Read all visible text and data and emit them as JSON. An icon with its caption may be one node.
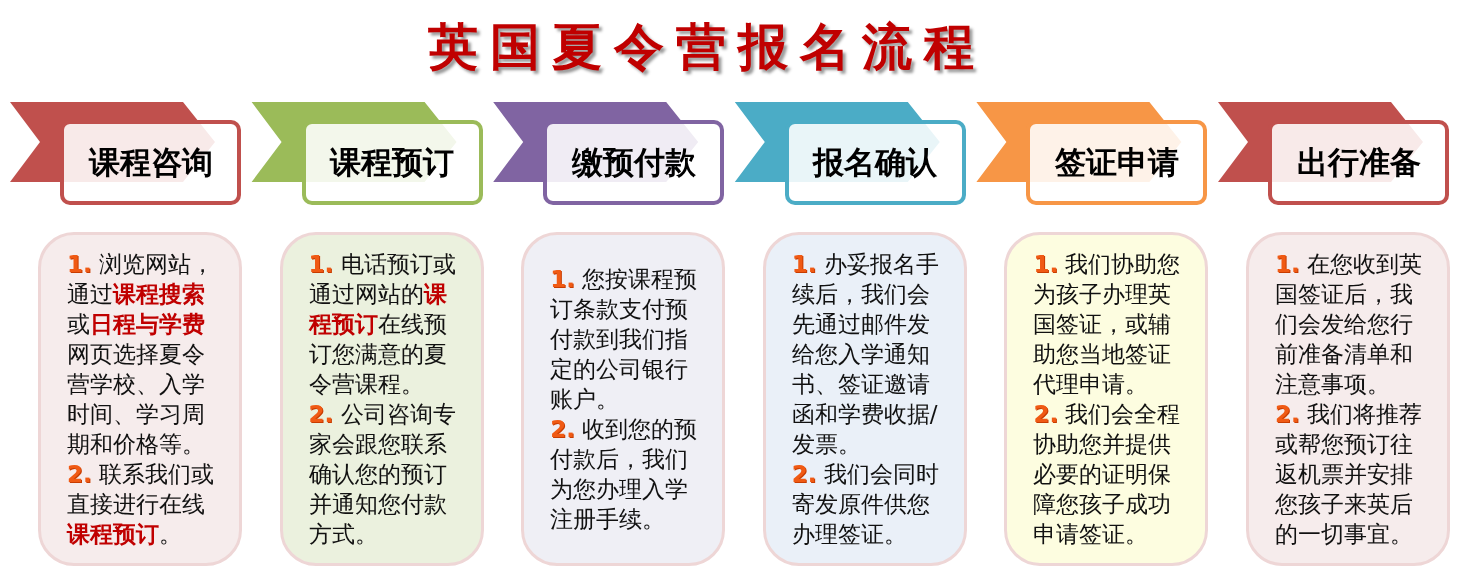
{
  "diagram": {
    "title": "英国夏令营报名流程",
    "nodes": [
      {
        "text": [
          "课程咨询"
        ]
      },
      {
        "text": [
          "课程预订"
        ]
      },
      {
        "text": [
          "缴预付款"
        ]
      },
      {
        "text": [
          "报名确认"
        ]
      },
      {
        "text": [
          "签证申请"
        ]
      },
      {
        "text": [
          "出行准备"
        ]
      },
      {
        "text": [
          "**1.** 浏览网站，通过**课程搜索**或**日程与学费**网页选择夏令营学校、入学时间、学习周期和价格等。",
          "**2.** 联系我们或直接进行在线**课程预订**。"
        ]
      },
      {
        "text": [
          "**1.** 电话预订或通过网站的**课程预订**在线预订您满意的夏令营课程。",
          "**2.** 公司咨询专家会跟您联系确认您的预订并通知您付款方式。"
        ]
      },
      {
        "text": [
          "**1.** 您按课程预订条款支付预付款到我们指定的公司银行账户。",
          "**2.** 收到您的预付款后，我们为您办理入学注册手续。"
        ]
      },
      {
        "text": [
          "**1.** 办妥报名手续后，我们会先通过邮件发给您入学通知书、签证邀请函和学费收据/发票。",
          "**2.** 我们会同时寄发原件供您办理签证。"
        ]
      },
      {
        "text": [
          "**1.** 我们协助您为孩子办理英国签证，或辅助您当地签证代理申请。",
          "**2.** 我们会全程协助您并提供必要的证明保障您孩子成功申请签证。"
        ]
      },
      {
        "text": [
          "**1.** 在您收到英国签证后，我们会发给您行前准备清单和注意事项。",
          "**2.** 我们将推荐或帮您预订往返机票并安排您孩子来英后的一切事宜。"
        ]
      },
      {
        "text": [],
        "shape": "chevron"
      },
      {
        "text": [],
        "shape": "chevron"
      },
      {
        "text": [],
        "shape": "chevron"
      },
      {
        "text": [],
        "shape": "chevron"
      },
      {
        "text": [],
        "shape": "chevron"
      },
      {
        "text": [],
        "shape": "chevron"
      }
    ]
  }
}
